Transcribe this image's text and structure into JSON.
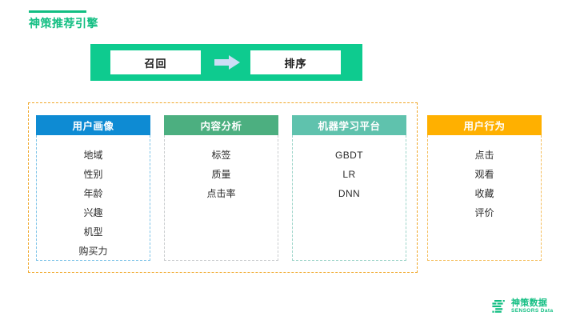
{
  "slide": {
    "title": "神策推荐引擎",
    "accent_color": "#12BE82"
  },
  "flow_banner": {
    "background_color": "#0ECB8F",
    "arrow_color": "#CCDDF5",
    "arrow_icon": "arrow-right-icon",
    "steps": [
      {
        "label": "召回"
      },
      {
        "label": "排序"
      }
    ]
  },
  "group": {
    "border_color": "#F0A728",
    "border_style": "dashed"
  },
  "columns": [
    {
      "title": "用户画像",
      "header_color": "#0E8BD3",
      "border_color": "#7EC3E8",
      "items": [
        "地域",
        "性别",
        "年龄",
        "兴趣",
        "机型",
        "购买力"
      ]
    },
    {
      "title": "内容分析",
      "header_color": "#4CAF80",
      "border_color": "#C9CCCE",
      "items": [
        "标签",
        "质量",
        "点击率"
      ]
    },
    {
      "title": "机器学习平台",
      "header_color": "#5FC2AD",
      "border_color": "#9BD4C8",
      "items": [
        "GBDT",
        "LR",
        "DNN"
      ]
    },
    {
      "title": "用户行为",
      "header_color": "#FFB000",
      "border_color": "#F5BE5C",
      "items": [
        "点击",
        "观看",
        "收藏",
        "评价"
      ]
    }
  ],
  "logo": {
    "mark": "sensors-data-logo-icon",
    "name_cn": "神策数据",
    "name_en": "SENSORS Data",
    "color": "#12BE82"
  }
}
